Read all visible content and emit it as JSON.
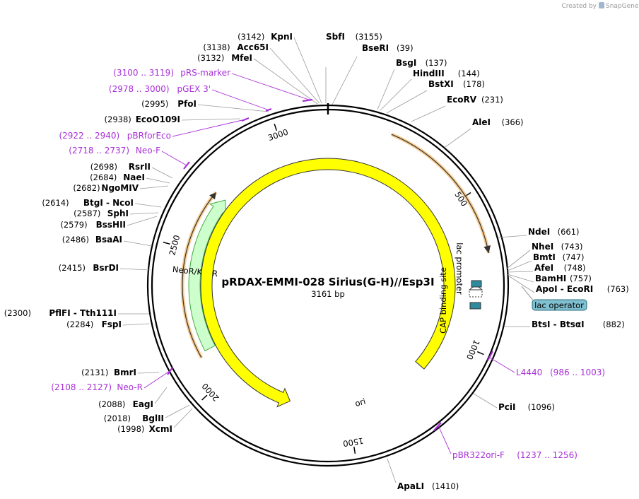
{
  "credit": {
    "prefix": "Created by",
    "brand": "SnapGene"
  },
  "plasmid": {
    "name": "pRDAX-EMMI-028   Sirius(G-H)//Esp3I",
    "length": 3161,
    "length_label": "3161 bp"
  },
  "sites": [
    {
      "name": "SbfI",
      "pos": "3155",
      "layout": "right"
    },
    {
      "name": "BseRI",
      "pos": "39",
      "layout": "right"
    },
    {
      "name": "BsgI",
      "pos": "137",
      "layout": "right"
    },
    {
      "name": "HindIII",
      "pos": "144",
      "layout": "right"
    },
    {
      "name": "BstXI",
      "pos": "178",
      "layout": "right"
    },
    {
      "name": "EcoRV",
      "pos": "231",
      "layout": "right"
    },
    {
      "name": "AleI",
      "pos": "366",
      "layout": "right"
    },
    {
      "name": "NdeI",
      "pos": "661",
      "layout": "right"
    },
    {
      "name": "NheI",
      "pos": "743",
      "layout": "right"
    },
    {
      "name": "BmtI",
      "pos": "747",
      "layout": "right"
    },
    {
      "name": "AfeI",
      "pos": "748",
      "layout": "right"
    },
    {
      "name": "BamHI",
      "pos": "757",
      "layout": "right"
    },
    {
      "name": "ApoI - EcoRI",
      "pos": "763",
      "layout": "right"
    },
    {
      "name": "BtsI - BtsαI",
      "pos": "882",
      "layout": "right"
    },
    {
      "name": "PciI",
      "pos": "1096",
      "layout": "right"
    },
    {
      "name": "ApaLI",
      "pos": "1410",
      "layout": "right"
    },
    {
      "name": "XcmI",
      "pos": "1998",
      "layout": "left"
    },
    {
      "name": "BglII",
      "pos": "2018",
      "layout": "left"
    },
    {
      "name": "EagI",
      "pos": "2088",
      "layout": "left"
    },
    {
      "name": "BmrI",
      "pos": "2131",
      "layout": "left"
    },
    {
      "name": "FspI",
      "pos": "2284",
      "layout": "left"
    },
    {
      "name": "PflFI - Tth111I",
      "pos": "2300",
      "layout": "left"
    },
    {
      "name": "BsrDI",
      "pos": "2415",
      "layout": "left"
    },
    {
      "name": "BsaAI",
      "pos": "2486",
      "layout": "left"
    },
    {
      "name": "BssHII",
      "pos": "2579",
      "layout": "left"
    },
    {
      "name": "SphI",
      "pos": "2587",
      "layout": "left"
    },
    {
      "name": "BtgI - NcoI",
      "pos": "2614",
      "layout": "left"
    },
    {
      "name": "NgoMIV",
      "pos": "2682",
      "layout": "left"
    },
    {
      "name": "NaeI",
      "pos": "2684",
      "layout": "left"
    },
    {
      "name": "RsrII",
      "pos": "2698",
      "layout": "left"
    },
    {
      "name": "EcoO109I",
      "pos": "2938",
      "layout": "left"
    },
    {
      "name": "PfoI",
      "pos": "2995",
      "layout": "left"
    },
    {
      "name": "MfeI",
      "pos": "3132",
      "layout": "left"
    },
    {
      "name": "Acc65I",
      "pos": "3138",
      "layout": "left"
    },
    {
      "name": "KpnI",
      "pos": "3142",
      "layout": "left"
    }
  ],
  "primers": [
    {
      "name": "pRS-marker",
      "range": "(3100 .. 3119)",
      "layout": "left"
    },
    {
      "name": "pGEX 3'",
      "range": "(2978 .. 3000)",
      "layout": "left"
    },
    {
      "name": "pBRforEco",
      "range": "(2922 .. 2940)",
      "layout": "left"
    },
    {
      "name": "Neo-F",
      "range": "(2718 .. 2737)",
      "layout": "left"
    },
    {
      "name": "Neo-R",
      "range": "(2108 .. 2127)",
      "layout": "left"
    },
    {
      "name": "L4440",
      "range": "(986 .. 1003)",
      "layout": "right"
    },
    {
      "name": "pBR322ori-F",
      "range": "(1237 .. 1256)",
      "layout": "right"
    }
  ],
  "ticks": [
    "500",
    "1000",
    "1500",
    "2000",
    "2500",
    "3000"
  ],
  "features": [
    {
      "name": "NeoR/KanR",
      "start": 2125,
      "end": 2720,
      "color": "#ccffcc",
      "stroke": "#44aa44"
    },
    {
      "name": "ori",
      "start": 1150,
      "end": 1740,
      "color": "#ffff00",
      "stroke": "#333333"
    },
    {
      "name": "lac promoter",
      "start": 700,
      "end": 730,
      "color": "#ffffff",
      "stroke": "#333333"
    },
    {
      "name": "CAP binding site",
      "start": 735,
      "end": 760,
      "color": "#2f8a9e",
      "stroke": "#333333"
    },
    {
      "name": "lac operator",
      "start": 765,
      "end": 790,
      "color": "#7fbfcf",
      "stroke": "#2b6f80"
    }
  ],
  "orfs": [
    {
      "start": 200,
      "end": 690,
      "color": "#f2a53d"
    },
    {
      "start": 2110,
      "end": 2720,
      "color": "#f2a53d"
    }
  ],
  "colors": {
    "primer": "#a82fd6",
    "leader": "#999999",
    "backbone": "#000000"
  }
}
